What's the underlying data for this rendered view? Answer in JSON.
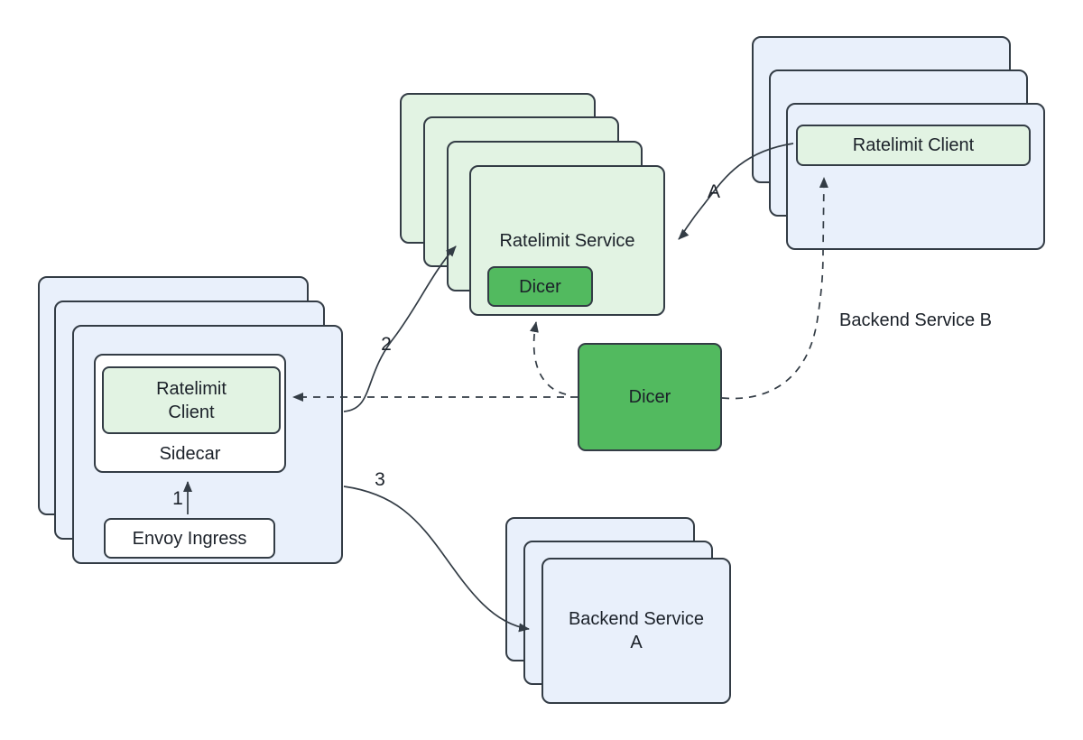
{
  "colors": {
    "light_blue": "#e9f0fb",
    "light_green": "#e2f3e3",
    "green": "#52ba5f",
    "border": "#333c45",
    "canvas": "#ffffff",
    "text": "#1b2129"
  },
  "envoy_stack": {
    "ratelimit_client_line1": "Ratelimit",
    "ratelimit_client_line2": "Client",
    "sidecar_label": "Sidecar",
    "envoy_ingress_label": "Envoy Ingress"
  },
  "service_stack": {
    "label": "Ratelimit Service",
    "dicer_label": "Dicer"
  },
  "backend_b_stack": {
    "ratelimit_client_label": "Ratelimit Client",
    "label": "Backend Service B"
  },
  "backend_a_stack": {
    "label_line1": "Backend Service",
    "label_line2": "A"
  },
  "dicer": {
    "label": "Dicer"
  },
  "edge_labels": {
    "step1": "1",
    "step2": "2",
    "step3": "3",
    "stepA": "A"
  }
}
